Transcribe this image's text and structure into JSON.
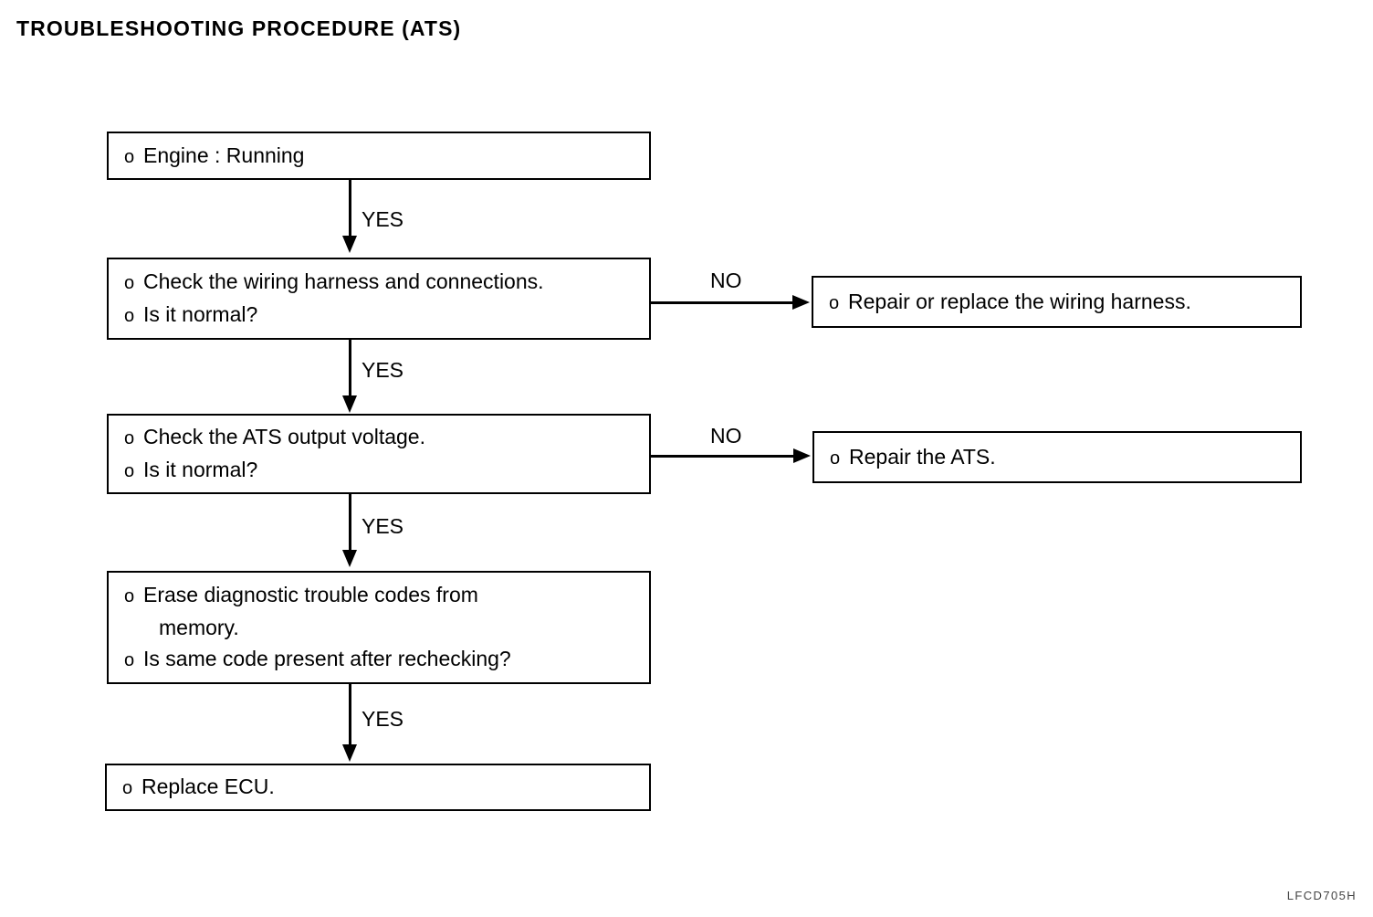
{
  "page": {
    "title": "TROUBLESHOOTING PROCEDURE (ATS)",
    "corner_code": "LFCD705H",
    "background_color": "#ffffff",
    "ink_color": "#000000"
  },
  "flowchart": {
    "bullet_glyph": "o",
    "nodes": [
      {
        "id": "node-engine-running",
        "lines": [
          "Engine : Running"
        ]
      },
      {
        "id": "node-check-wiring-harness",
        "lines": [
          "Check the wiring harness and connections.",
          "Is it normal?"
        ]
      },
      {
        "id": "node-repair-replace-wiring-harness",
        "lines": [
          "Repair or replace the wiring harness."
        ]
      },
      {
        "id": "node-check-ats-output-voltage",
        "lines": [
          "Check the ATS output voltage.",
          "Is it normal?"
        ]
      },
      {
        "id": "node-repair-ats",
        "lines": [
          "Repair the ATS."
        ]
      },
      {
        "id": "node-erase-dtc",
        "lines": [
          "Erase diagnostic trouble codes from",
          "memory.",
          "Is same code present after rechecking?"
        ]
      },
      {
        "id": "node-replace-ecu",
        "lines": [
          "Replace ECU."
        ]
      }
    ],
    "edges": [
      {
        "id": "edge-yes-1",
        "label": "YES",
        "from": "node-engine-running",
        "to": "node-check-wiring-harness"
      },
      {
        "id": "edge-no-1",
        "label": "NO",
        "from": "node-check-wiring-harness",
        "to": "node-repair-replace-wiring-harness"
      },
      {
        "id": "edge-yes-2",
        "label": "YES",
        "from": "node-check-wiring-harness",
        "to": "node-check-ats-output-voltage"
      },
      {
        "id": "edge-no-2",
        "label": "NO",
        "from": "node-check-ats-output-voltage",
        "to": "node-repair-ats"
      },
      {
        "id": "edge-yes-3",
        "label": "YES",
        "from": "node-check-ats-output-voltage",
        "to": "node-erase-dtc"
      },
      {
        "id": "edge-yes-4",
        "label": "YES",
        "from": "node-erase-dtc",
        "to": "node-replace-ecu"
      }
    ]
  }
}
